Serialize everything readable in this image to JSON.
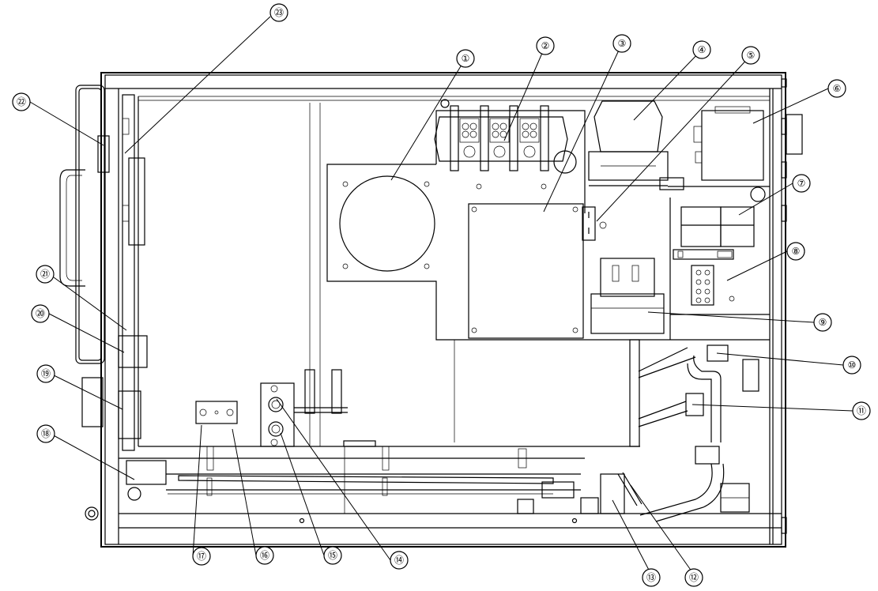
{
  "callouts": [
    {
      "id": "1",
      "label": "①"
    },
    {
      "id": "2",
      "label": "②"
    },
    {
      "id": "3",
      "label": "③"
    },
    {
      "id": "4",
      "label": "④"
    },
    {
      "id": "5",
      "label": "⑤"
    },
    {
      "id": "6",
      "label": "⑥"
    },
    {
      "id": "7",
      "label": "⑦"
    },
    {
      "id": "8",
      "label": "⑧"
    },
    {
      "id": "9",
      "label": "⑨"
    },
    {
      "id": "10",
      "label": "⑩"
    },
    {
      "id": "11",
      "label": "⑪"
    },
    {
      "id": "12",
      "label": "⑫"
    },
    {
      "id": "13",
      "label": "⑬"
    },
    {
      "id": "14",
      "label": "⑭"
    },
    {
      "id": "15",
      "label": "⑮"
    },
    {
      "id": "16",
      "label": "⑯"
    },
    {
      "id": "17",
      "label": "⑰"
    },
    {
      "id": "18",
      "label": "⑱"
    },
    {
      "id": "19",
      "label": "⑲"
    },
    {
      "id": "20",
      "label": "⑳"
    },
    {
      "id": "21",
      "label": "㉑"
    },
    {
      "id": "22",
      "label": "㉒"
    },
    {
      "id": "23",
      "label": "㉓"
    }
  ]
}
